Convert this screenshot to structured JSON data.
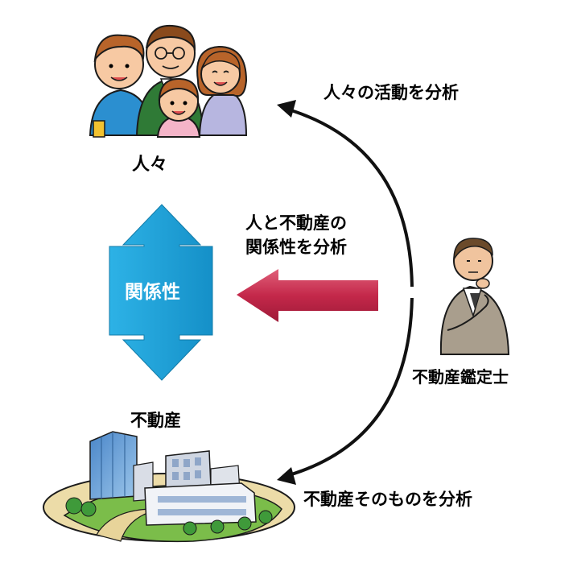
{
  "diagram": {
    "people_label": "人々",
    "people_activity_label": "人々の活動を分析",
    "relation_analysis_label": [
      "人と不動産の",
      "関係性を分析"
    ],
    "relation_label": "関係性",
    "appraiser_label": "不動産鑑定士",
    "real_estate_label": "不動産",
    "real_estate_analysis_label": "不動産そのものを分析"
  },
  "colors": {
    "relation_arrow": "#1fa3da",
    "relation_arrow_dark": "#127ba8",
    "analysis_arrow": "#c4284a",
    "analysis_arrow_light": "#e0607a",
    "arc": "#111111"
  },
  "icons": [
    "family-illustration",
    "appraiser-illustration",
    "city-buildings-illustration"
  ]
}
